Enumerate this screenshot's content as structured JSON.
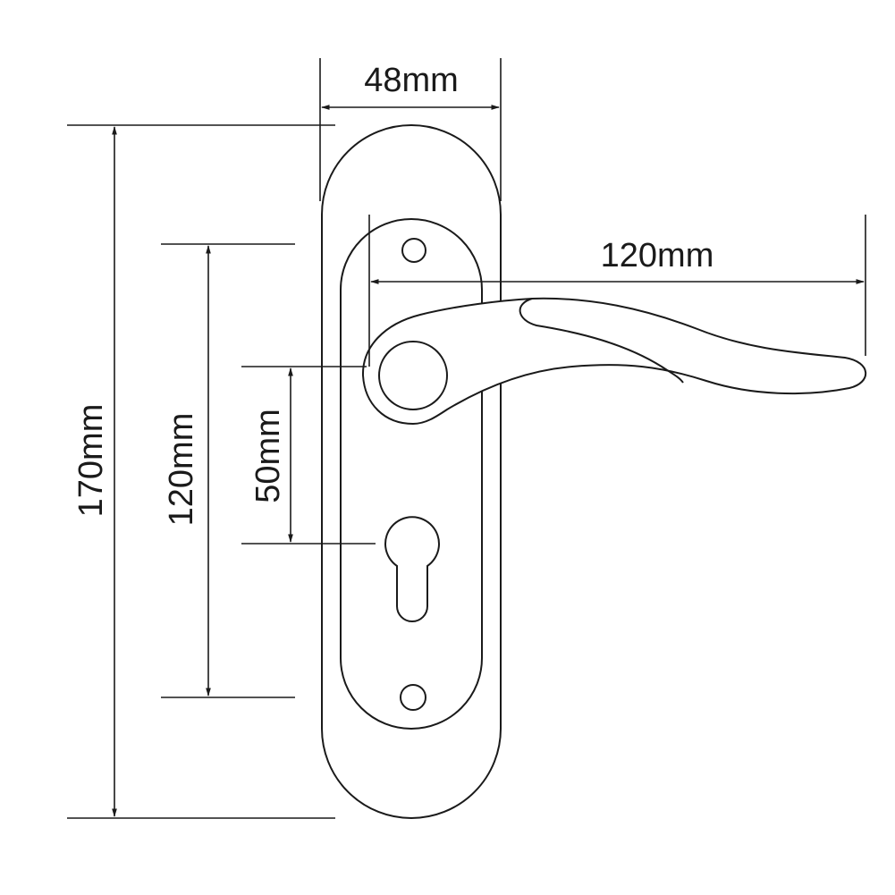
{
  "dimensions": {
    "plate_width": "48mm",
    "lever_length": "120mm",
    "plate_height": "170mm",
    "screw_spacing": "120mm",
    "handle_to_keyhole": "50mm"
  },
  "colors": {
    "line": "#1a1a1a",
    "background": "#ffffff"
  }
}
